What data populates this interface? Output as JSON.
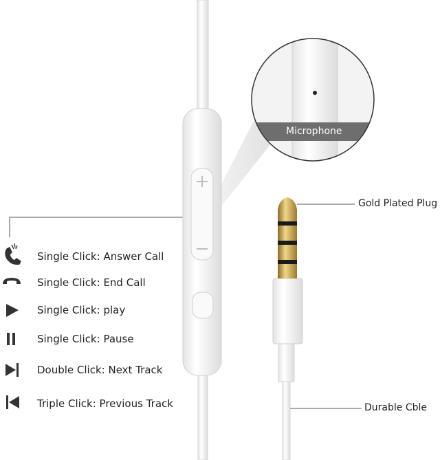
{
  "callouts": {
    "microphone": "Microphone",
    "plug": "Gold Plated Plug",
    "cable": "Durable Cble"
  },
  "controls": [
    {
      "icon": "answer-call-icon",
      "label": "Single Click: Answer Call"
    },
    {
      "icon": "end-call-icon",
      "label": "Single Click: End Call"
    },
    {
      "icon": "play-icon",
      "label": "Single Click: play"
    },
    {
      "icon": "pause-icon",
      "label": "Single Click: Pause"
    },
    {
      "icon": "next-track-icon",
      "label": "Double Click: Next Track"
    },
    {
      "icon": "previous-track-icon",
      "label": "Triple Click: Previous Track"
    }
  ],
  "colors": {
    "gold": "#c9a24a",
    "icon": "#333333",
    "band": "#6e6e6e"
  }
}
